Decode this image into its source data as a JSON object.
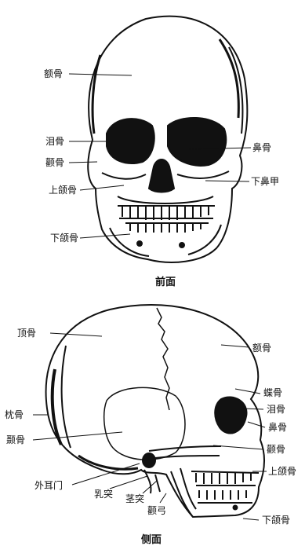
{
  "front": {
    "caption": "前面",
    "labels": {
      "frontal": "额骨",
      "lacrimal": "泪骨",
      "zygomatic": "颧骨",
      "maxilla": "上颌骨",
      "mandible": "下颌骨",
      "nasal": "鼻骨",
      "inferior_concha": "下鼻甲"
    }
  },
  "side": {
    "caption": "侧面",
    "labels": {
      "parietal": "顶骨",
      "frontal": "额骨",
      "sphenoid": "蝶骨",
      "lacrimal": "泪骨",
      "nasal": "鼻骨",
      "occipital": "枕骨",
      "temporal": "颞骨",
      "zygomatic": "颧骨",
      "maxilla": "上颌骨",
      "external_ear": "外耳门",
      "mastoid": "乳突",
      "styloid": "茎突",
      "zygomatic_arch": "颧弓",
      "mandible": "下颌骨"
    }
  }
}
